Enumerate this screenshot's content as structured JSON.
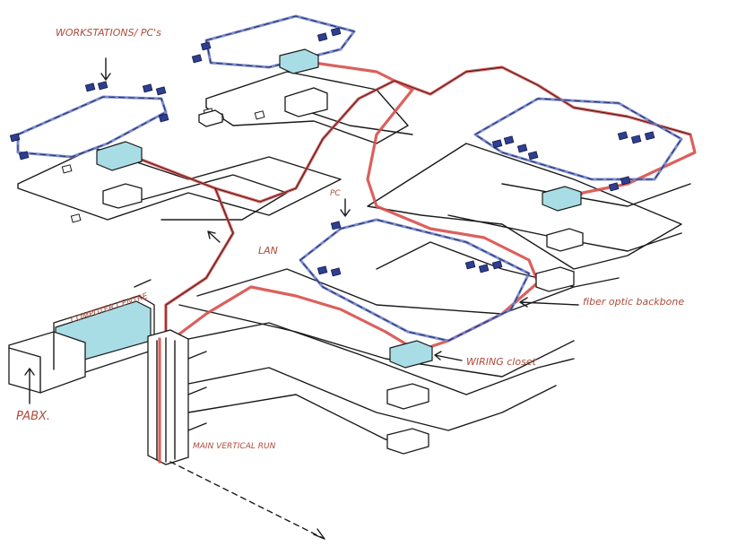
{
  "labels": {
    "workstations": "WORKSTATIONS/ PC's",
    "lan": "LAN",
    "pc": "PC",
    "fiber_backbone": "fiber optic backbone",
    "wiring_closet": "WIRING closet",
    "pabx": "PABX.",
    "computer_centre": "COMPUTER CENTRE",
    "main_vertical_run": "MAIN VERTICAL RUN"
  },
  "colors": {
    "fiber": "#d9534f",
    "ring": "#6e7fc4",
    "closet": "#a9dde6",
    "workstation": "#2f3f8f",
    "annotation": "#b04a3a"
  }
}
